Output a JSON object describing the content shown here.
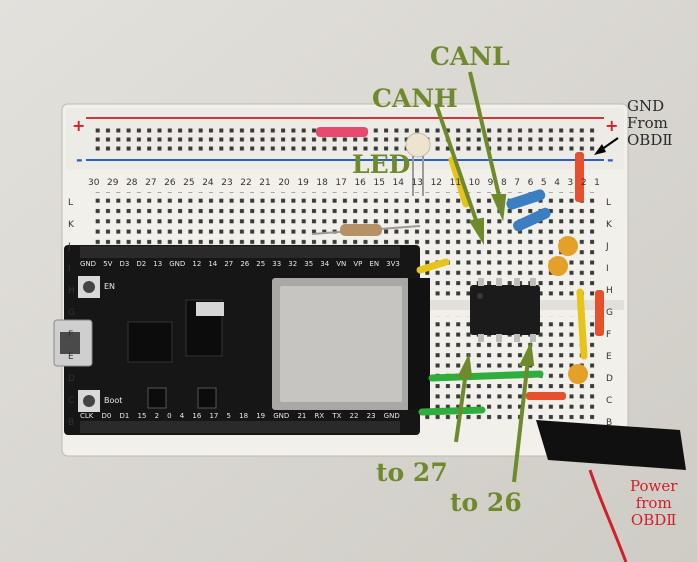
{
  "annotations": {
    "canl": "CANL",
    "canh": "CANH",
    "led": "LED",
    "to27": "to 27",
    "to26": "to 26",
    "gnd_line1": "GND",
    "gnd_line2": "From",
    "gnd_line3": "OBDⅡ",
    "power_line1": "Power",
    "power_line2": "from",
    "power_line3": "OBDⅡ"
  },
  "breadboard": {
    "rail_plus": "+",
    "rail_minus": "-",
    "row_letters_top": [
      "L",
      "K",
      "J",
      "I",
      "H",
      "G",
      "F",
      "E",
      "D",
      "C",
      "B"
    ],
    "column_numbers_top": [
      "30",
      "29",
      "28",
      "27",
      "26",
      "25",
      "24",
      "23",
      "22",
      "21",
      "20",
      "19",
      "18",
      "17",
      "16",
      "15",
      "14",
      "13",
      "12",
      "11",
      "10",
      "9",
      "8",
      "7",
      "6",
      "5",
      "4",
      "3",
      "2",
      "1"
    ]
  },
  "esp32": {
    "top_pins": [
      "GND",
      "5V",
      "D3",
      "D2",
      "13",
      "GND",
      "12",
      "14",
      "27",
      "26",
      "25",
      "33",
      "32",
      "35",
      "34",
      "VN",
      "VP",
      "EN",
      "3V3"
    ],
    "bottom_pins": [
      "CLK",
      "D0",
      "D1",
      "15",
      "2",
      "0",
      "4",
      "16",
      "17",
      "5",
      "18",
      "19",
      "GND",
      "21",
      "RX",
      "TX",
      "22",
      "23",
      "GND"
    ],
    "en_label": "EN",
    "boot_label": "Boot"
  },
  "colors": {
    "annotation_green": "#6e8a2c",
    "power_red": "#d0202a",
    "board_black": "#161616",
    "breadboard_white": "#f2f0ea"
  }
}
